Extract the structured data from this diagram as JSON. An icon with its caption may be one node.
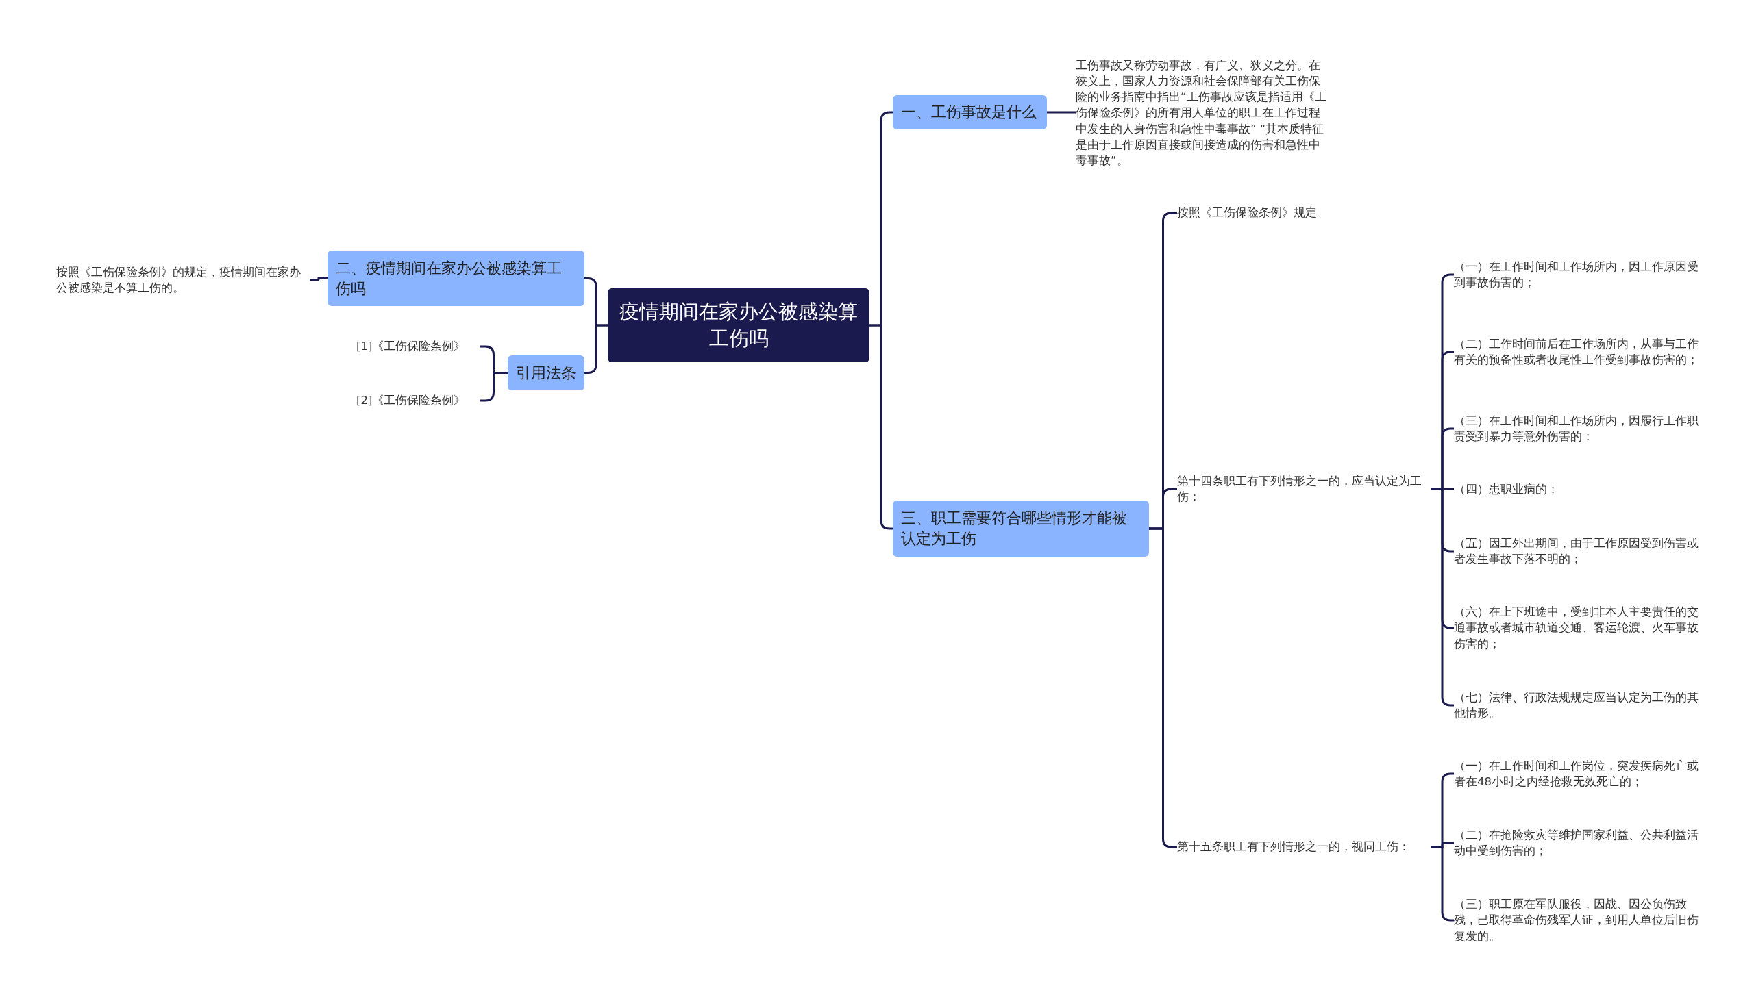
{
  "diagram": {
    "nodes": [
      {
        "text": [
          "疫情期间在家办公被感染算工伤吗"
        ]
      },
      {
        "text": [
          "一、工伤事故是什么"
        ]
      },
      {
        "text": [
          "工伤事故又称劳动事故，有广义、狭义之分。在狭义上，国家人力资源和社会保障部有关工伤保险的业务指南中指出“工伤事故应该是指适用《工伤保险条例》的所有用人单位的职工在工作过程中发生的人身伤害和急性中毒事故” “其本质特征是由于工作原因直接或间接造成的伤害和急性中毒事故”。"
        ]
      },
      {
        "text": [
          "二、疫情期间在家办公被感染算工伤吗"
        ]
      },
      {
        "text": [
          "按照《工伤保险条例》的规定，疫情期间在家办公被感染是不算工伤的。"
        ]
      },
      {
        "text": [
          "引用法条"
        ]
      },
      {
        "text": [
          "[1]《工伤保险条例》"
        ]
      },
      {
        "text": [
          "[2]《工伤保险条例》"
        ]
      },
      {
        "text": [
          "三、职工需要符合哪些情形才能被认定为工伤"
        ]
      },
      {
        "text": [
          "按照《工伤保险条例》规定"
        ]
      },
      {
        "text": [
          "第十四条职工有下列情形之一的，应当认定为工伤："
        ]
      },
      {
        "text": [
          "第十五条职工有下列情形之一的，视同工伤："
        ]
      },
      {
        "text": [
          "（一）在工作时间和工作场所内，因工作原因受到事故伤害的；"
        ]
      },
      {
        "text": [
          "（二）工作时间前后在工作场所内，从事与工作有关的预备性或者收尾性工作受到事故伤害的；"
        ]
      },
      {
        "text": [
          "（三）在工作时间和工作场所内，因履行工作职责受到暴力等意外伤害的；"
        ]
      },
      {
        "text": [
          "（四）患职业病的；"
        ]
      },
      {
        "text": [
          "（五）因工外出期间，由于工作原因受到伤害或者发生事故下落不明的；"
        ]
      },
      {
        "text": [
          "（六）在上下班途中，受到非本人主要责任的交通事故或者城市轨道交通、客运轮渡、火车事故伤害的；"
        ]
      },
      {
        "text": [
          "（七）法律、行政法规规定应当认定为工伤的其他情形。"
        ]
      },
      {
        "text": [
          "（一）在工作时间和工作岗位，突发疾病死亡或者在48小时之内经抢救无效死亡的；"
        ]
      },
      {
        "text": [
          "（二）在抢险救灾等维护国家利益、公共利益活动中受到伤害的；"
        ]
      },
      {
        "text": [
          "（三）职工原在军队服役，因战、因公负伤致残，已取得革命伤残军人证，到用人单位后旧伤复发的。"
        ]
      }
    ],
    "edges": [
      {
        "from": 0,
        "to": 1,
        "arrow": "none"
      },
      {
        "from": 1,
        "to": 2,
        "arrow": "none"
      },
      {
        "from": 0,
        "to": 3,
        "arrow": "none"
      },
      {
        "from": 3,
        "to": 4,
        "arrow": "none"
      },
      {
        "from": 0,
        "to": 5,
        "arrow": "none"
      },
      {
        "from": 5,
        "to": 6,
        "arrow": "none"
      },
      {
        "from": 5,
        "to": 7,
        "arrow": "none"
      },
      {
        "from": 0,
        "to": 8,
        "arrow": "none"
      },
      {
        "from": 8,
        "to": 9,
        "arrow": "none"
      },
      {
        "from": 8,
        "to": 10,
        "arrow": "none"
      },
      {
        "from": 8,
        "to": 11,
        "arrow": "none"
      },
      {
        "from": 10,
        "to": 12,
        "arrow": "none"
      },
      {
        "from": 10,
        "to": 13,
        "arrow": "none"
      },
      {
        "from": 10,
        "to": 14,
        "arrow": "none"
      },
      {
        "from": 10,
        "to": 15,
        "arrow": "none"
      },
      {
        "from": 10,
        "to": 16,
        "arrow": "none"
      },
      {
        "from": 10,
        "to": 17,
        "arrow": "none"
      },
      {
        "from": 10,
        "to": 18,
        "arrow": "none"
      },
      {
        "from": 11,
        "to": 19,
        "arrow": "none"
      },
      {
        "from": 11,
        "to": 20,
        "arrow": "none"
      },
      {
        "from": 11,
        "to": 21,
        "arrow": "none"
      }
    ]
  }
}
